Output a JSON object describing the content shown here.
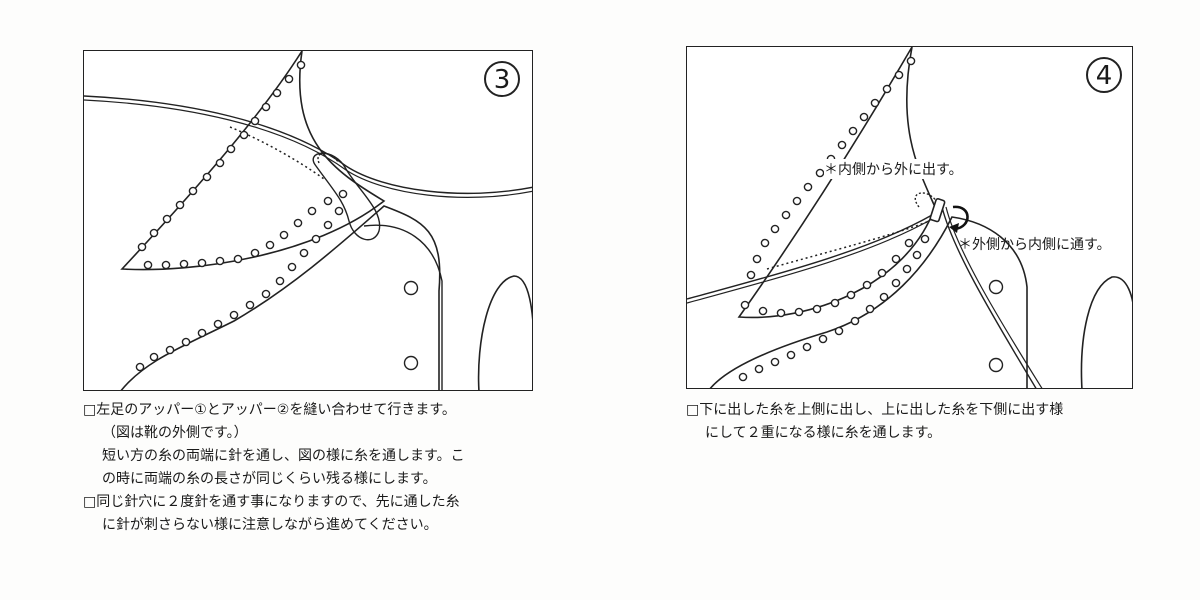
{
  "step3": {
    "number": "3",
    "lines": [
      "□左足のアッパー①とアッパー②を縫い合わせて行きます。",
      "（図は靴の外側です。）",
      "短い方の糸の両端に針を通し、図の様に糸を通します。こ",
      "の時に両端の糸の長さが同じくらい残る様にします。",
      "□同じ針穴に２度針を通す事になりますので、先に通した糸",
      "に針が刺さらない様に注意しながら進めてください。"
    ]
  },
  "step4": {
    "number": "4",
    "annotation_inside_out": "＊内側から外に出す。",
    "annotation_outside_in": "＊外側から内側に通す。",
    "lines": [
      "□下に出した糸を上側に出し、上に出した糸を下側に出す様",
      "にして２重になる様に糸を通します。"
    ]
  }
}
